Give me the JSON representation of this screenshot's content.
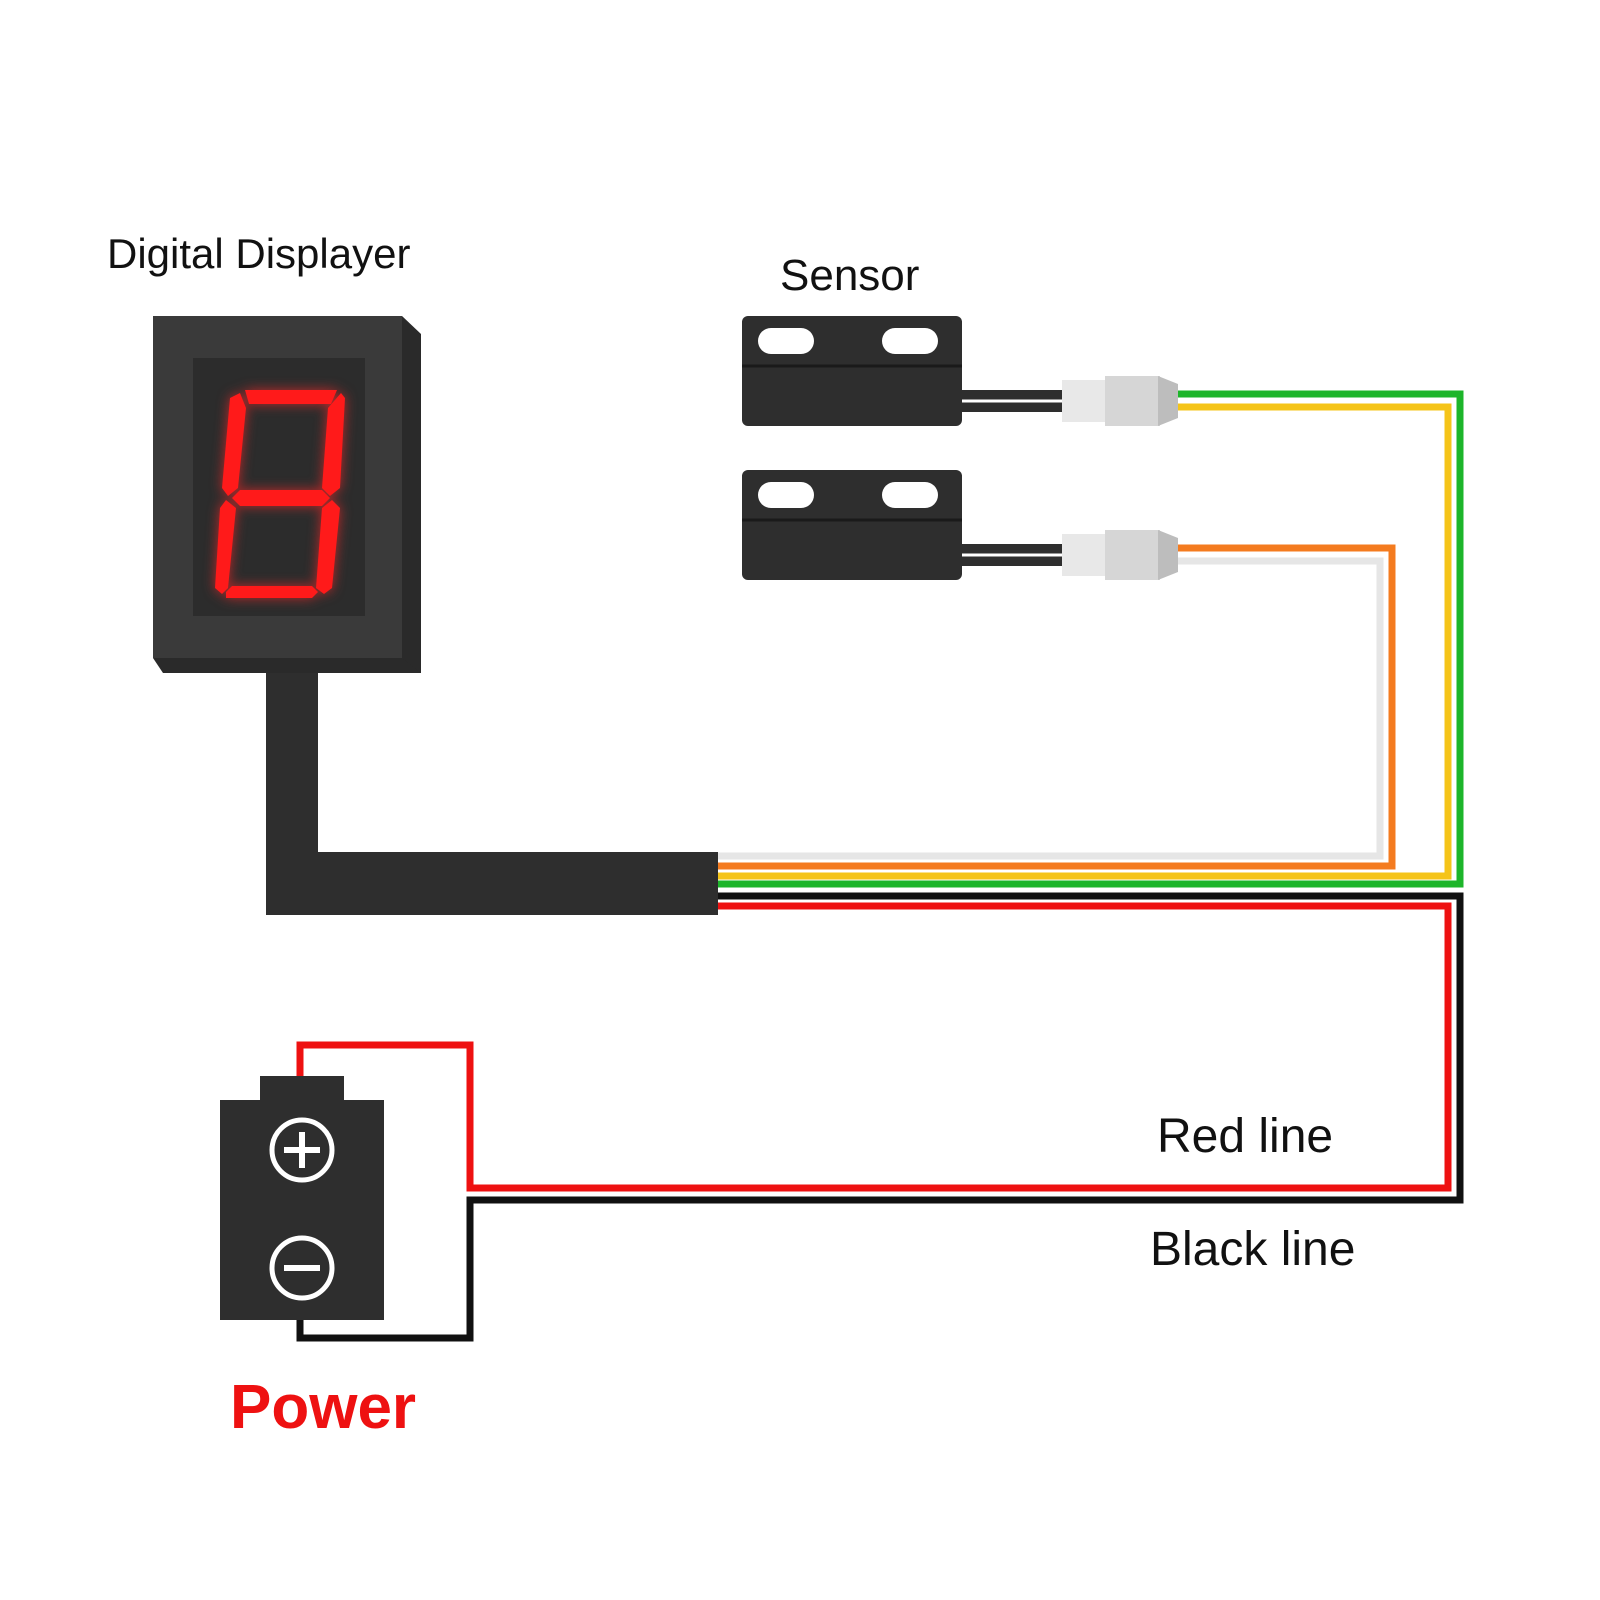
{
  "labels": {
    "display": "Digital Displayer",
    "sensor": "Sensor",
    "red_line": "Red line",
    "black_line": "Black line",
    "power": "Power"
  },
  "display_value": "8",
  "battery_terminals": {
    "positive": "+",
    "negative": "−"
  },
  "colors": {
    "background": "#ffffff",
    "device_body": "#3a3a3a",
    "device_dark": "#2a2a2a",
    "screen": "#333333",
    "segment_red": "#ff1a1a",
    "wire_green": "#1db52a",
    "wire_yellow": "#f5c419",
    "wire_orange": "#f47b1f",
    "wire_white": "#e8e8e8",
    "wire_red": "#ee1111",
    "wire_black": "#111111",
    "connector": "#d9d9d9",
    "power_text": "#ee1111"
  }
}
